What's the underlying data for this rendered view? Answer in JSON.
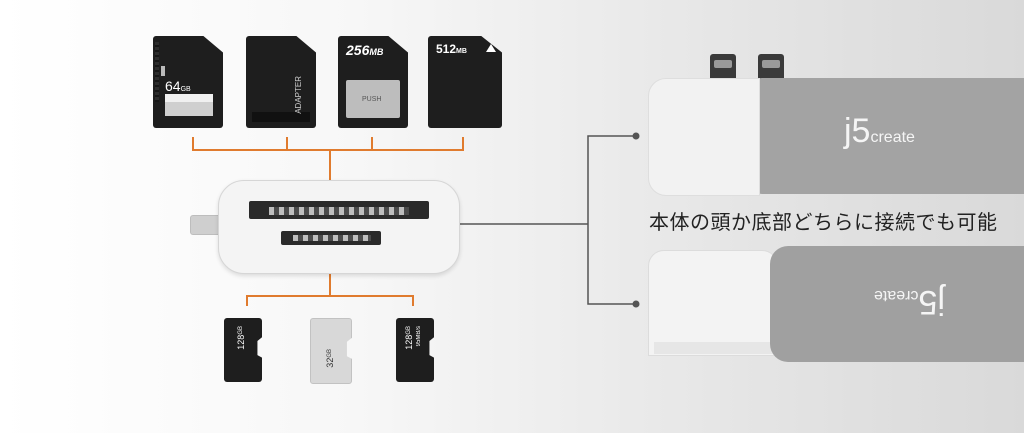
{
  "sd_cards": [
    {
      "capacity": "64",
      "unit": "GB"
    },
    {
      "label": "ADAPTER"
    },
    {
      "capacity": "256",
      "unit": "MB",
      "push": "PUSH"
    },
    {
      "capacity": "512",
      "unit": "MB"
    }
  ],
  "micro_cards": [
    {
      "capacity": "128",
      "unit": "GB"
    },
    {
      "capacity": "32",
      "unit": "GB"
    },
    {
      "capacity": "128",
      "unit": "GB",
      "extra": "95MB/s"
    }
  ],
  "device": {
    "brand": "j5",
    "brand_suffix": "create"
  },
  "caption": "本体の頭か底部どちらに接続でも可能",
  "colors": {
    "connector_line": "#e07b2e",
    "line_dark": "#555555"
  }
}
